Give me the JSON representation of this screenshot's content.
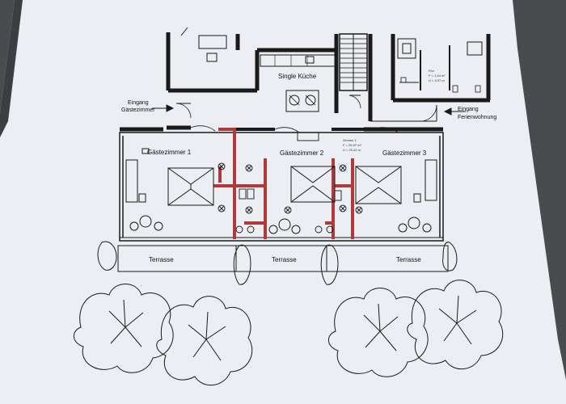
{
  "plan": {
    "rooms": {
      "kitchen": "Single Küche",
      "guest1": "Gästezimmer 1",
      "guest2": "Gästezimmer 2",
      "guest3": "Gästezimmer 3"
    },
    "entrances": {
      "guest_line1": "Eingang",
      "guest_line2": "Gästezimmer",
      "flat_line1": "Eingang",
      "flat_line2": "Ferienwohnung"
    },
    "terraces": [
      "Terrasse",
      "Terrasse",
      "Terrasse"
    ],
    "room_stats": {
      "zimmer_line1": "Zimmer 1",
      "area_line": "F = 25,97 m²",
      "perimeter_line": "U = 29,42 m"
    },
    "flat_fine_print": [
      "Flur",
      "F = 1,44 m²",
      "U = 4,97 m"
    ]
  },
  "colors": {
    "paper": "#eeeef3",
    "wall": "#1a1a1a",
    "partition_red": "#b03a3a",
    "background": "#4a4b4e"
  }
}
